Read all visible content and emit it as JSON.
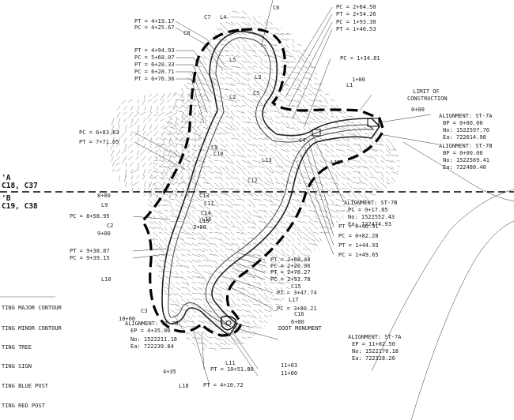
{
  "sheet_keys": {
    "upper": [
      "'A",
      "C18, C37"
    ],
    "lower": [
      "'B",
      "C19, C38"
    ]
  },
  "limit_of_construction": [
    "LIMIT OF",
    "CONSTRUCTION"
  ],
  "monument_label": "DOOT MONUMENT",
  "alignment_blocks": [
    {
      "lines": [
        "ALIGNMENT: ST-7A",
        "BP = 0+00.00",
        "No: 1522597.76",
        "Ea: 722614.98"
      ]
    },
    {
      "lines": [
        "ALIGNMENT: ST-7B",
        "BP = 0+00.00",
        "No: 1522569.41",
        "Ea: 722480.40"
      ]
    },
    {
      "lines": [
        "ALIGNMENT: ST-7B",
        "PC = 0+17.85",
        "No: 1522552.43",
        "Ea: 722474.93"
      ]
    },
    {
      "lines": [
        "ALIGNMENT: ST-7B",
        "EP = 4+35.00",
        "No: 1522211.18",
        "Ea: 722239.84"
      ]
    },
    {
      "lines": [
        "ALIGNMENT: ST-7A",
        "EP = 11+02.50",
        "No: 1522170.18",
        "Ea: 722328.26"
      ]
    }
  ],
  "station_labels": [
    "PT = 4+19.17",
    "PC = 4+25.67",
    "PT = 4+94.93",
    "PC = 5+68.07",
    "PT = 6+20.33",
    "PC = 6+28.71",
    "PT = 6+76.36",
    "PC = 6+83.83",
    "PT = 7+71.05",
    "PC = 2+84.50",
    "PT = 2+54.26",
    "PC = 1+93.30",
    "PT = 1+40.53",
    "PC = 1+34.81",
    "PT = 0+46.91",
    "PC = 0+82.28",
    "PT = 1+44.93",
    "PC = 1+49.65",
    "PC = 8+58.95",
    "PT = 9+38.87",
    "PC = 9+39.15",
    "PT = 2+08.48",
    "PC = 2+20.06",
    "PT = 2+78.27",
    "PC = 2+93.78",
    "PT = 3+47.74",
    "PC = 3+80.21",
    "PT = 10+51.80",
    "PT = 4+10.72"
  ],
  "stations_plain": [
    "8+00",
    "9+00",
    "10+00",
    "4+35",
    "3+00",
    "6+00",
    "1+00",
    "0+00",
    "11+03",
    "11+00"
  ],
  "curve_tags": [
    "C7",
    "L4",
    "C6",
    "C8",
    "L5",
    "C5",
    "L1",
    "L2",
    "C10",
    "C9",
    "C4",
    "L12",
    "C12",
    "C13",
    "L13",
    "C15",
    "C11",
    "C14",
    "L15",
    "C2",
    "L10",
    "L9",
    "L16",
    "L17",
    "C16",
    "C3",
    "L11",
    "L18",
    "L3"
  ],
  "legend": [
    "TING MAJOR CONTOUR",
    "TING MINOR CONTOUR",
    "TING TREE",
    "TING SIGN",
    "TING BLUE POST",
    "TING RED POST"
  ]
}
